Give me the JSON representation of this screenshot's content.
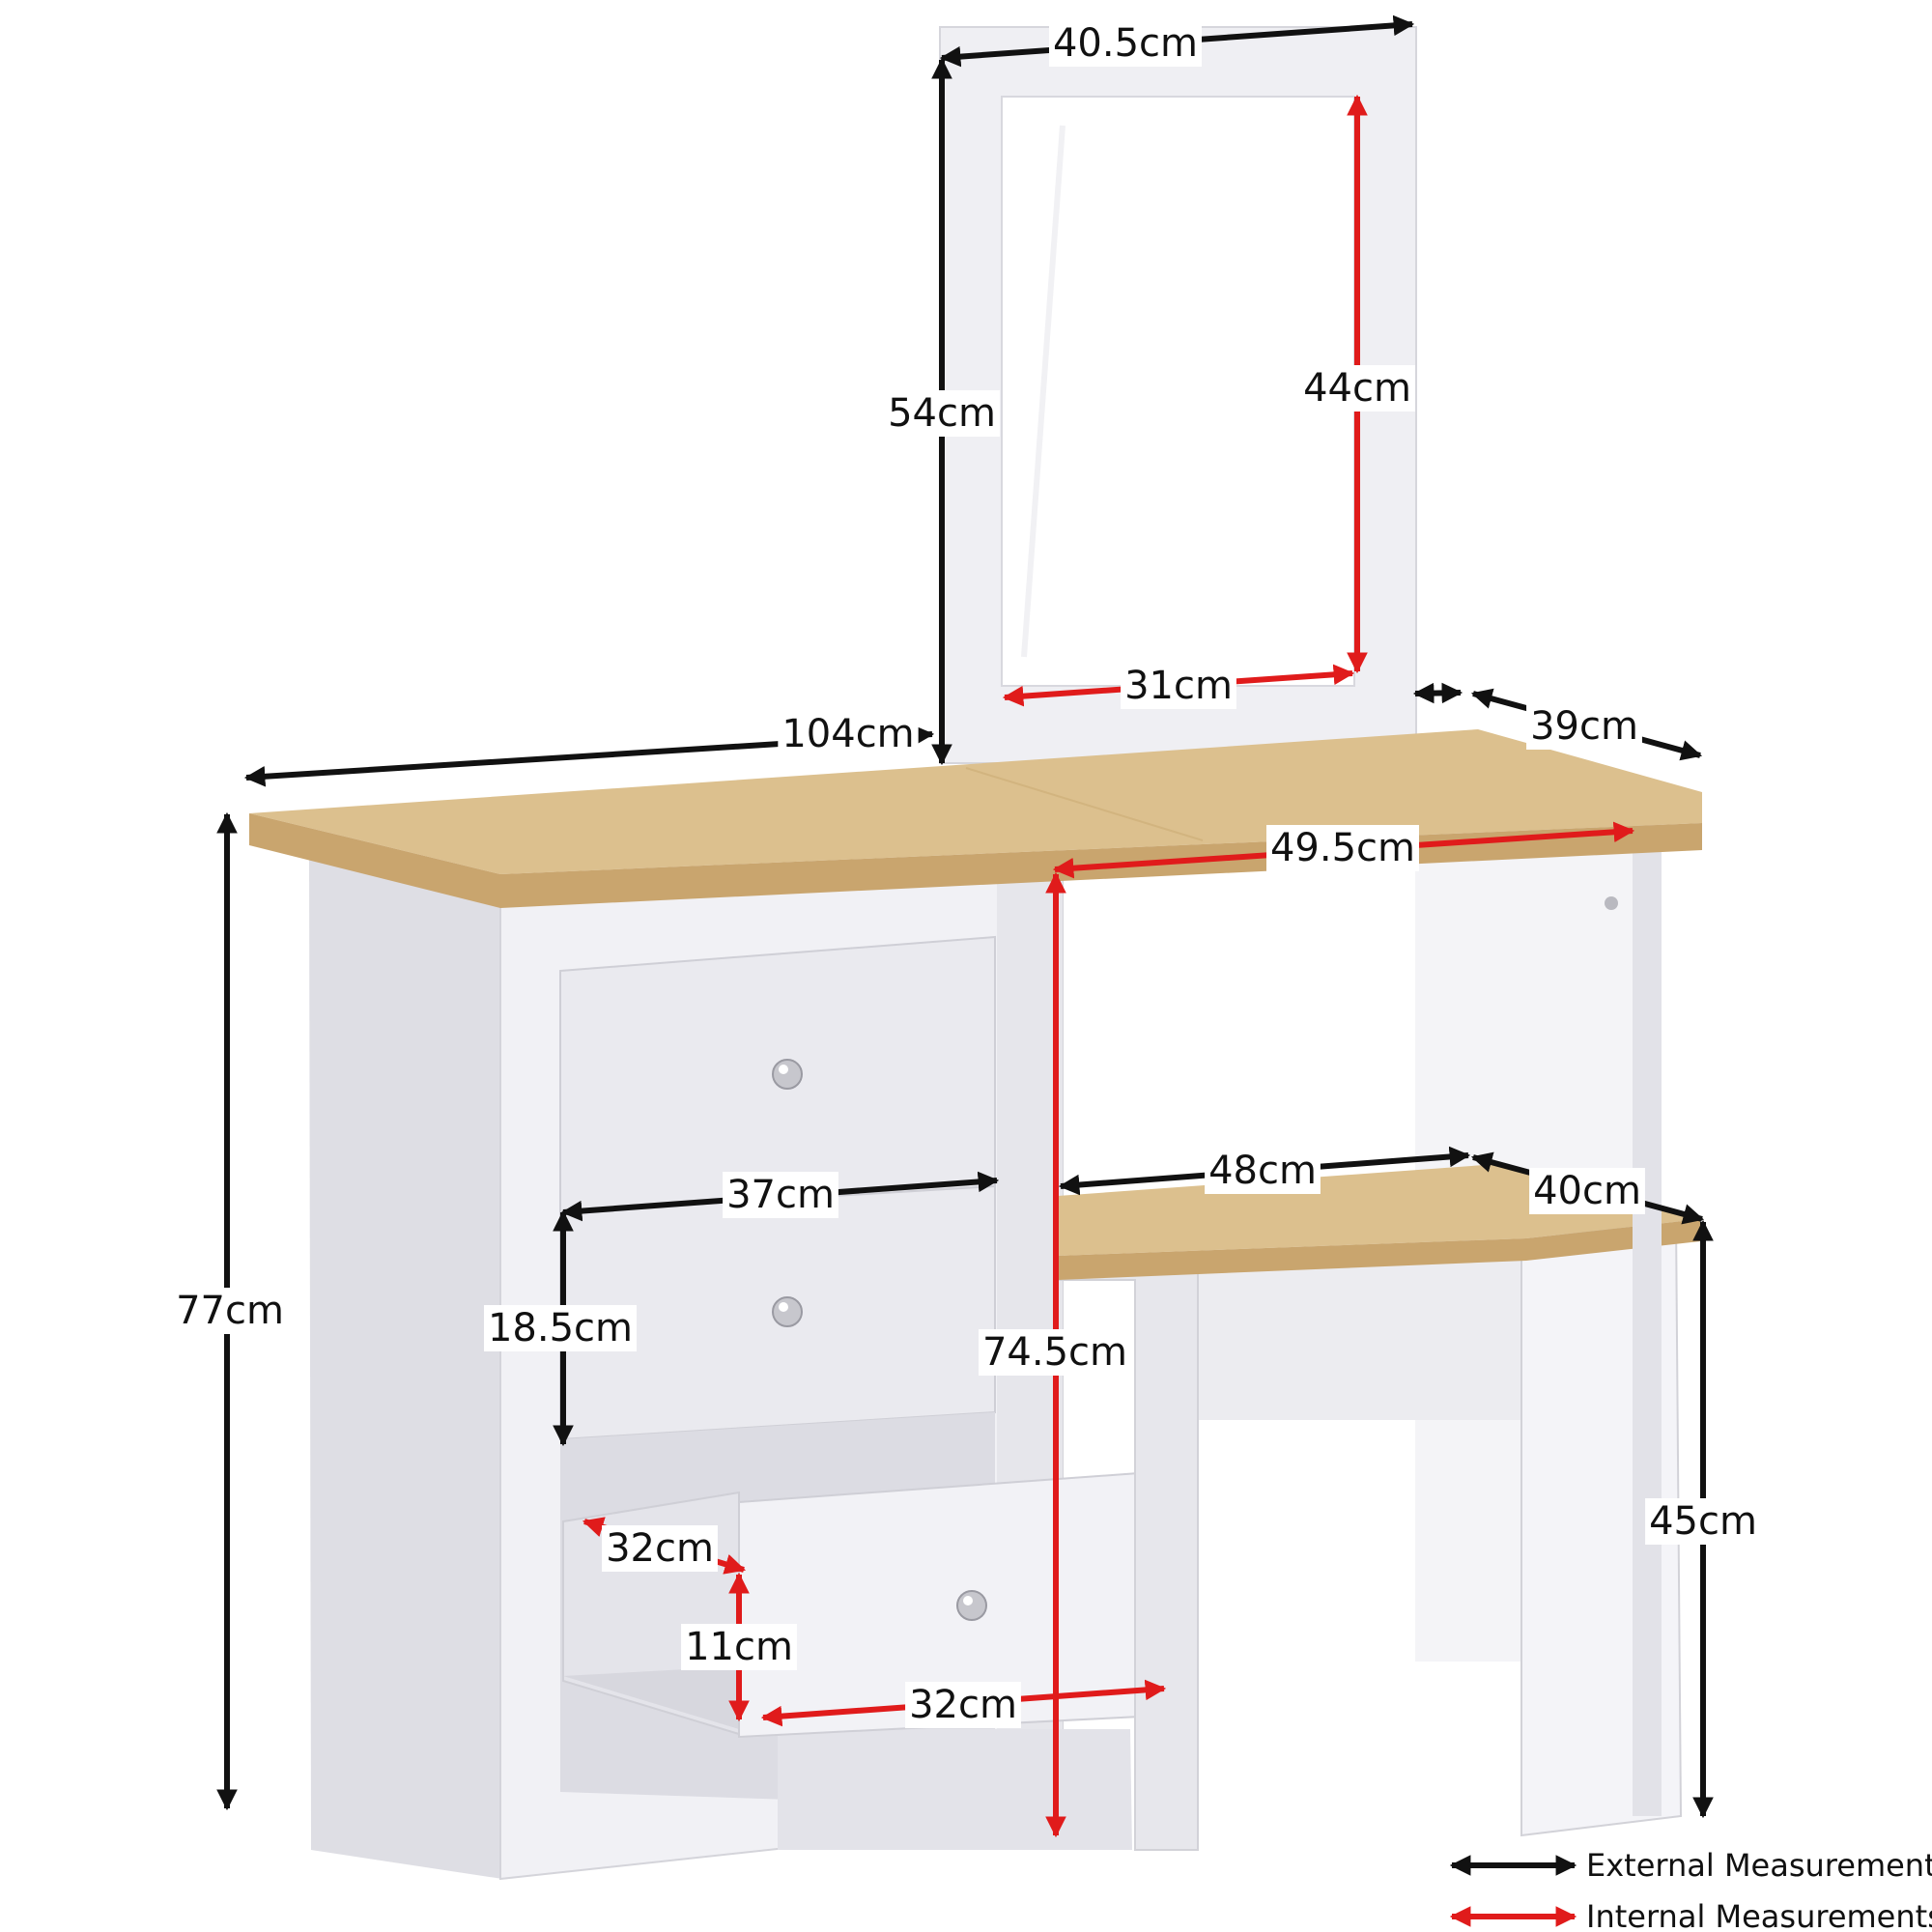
{
  "colors": {
    "external": "#111111",
    "internal": "#e01b1b",
    "wood_top": "#dcc08e",
    "wood_front": "#c9a56e",
    "white_panel": "#eeeef2",
    "white_shade": "#dcdce2",
    "white_light": "#f6f6f9"
  },
  "measurements": [
    {
      "id": "mirror-width",
      "kind": "external",
      "label": "40.5cm"
    },
    {
      "id": "mirror-height",
      "kind": "external",
      "label": "54cm"
    },
    {
      "id": "mirror-inner-height",
      "kind": "internal",
      "label": "44cm"
    },
    {
      "id": "mirror-inner-width",
      "kind": "internal",
      "label": "31cm"
    },
    {
      "id": "desk-width",
      "kind": "external",
      "label": "104cm"
    },
    {
      "id": "desk-depth",
      "kind": "external",
      "label": "39cm"
    },
    {
      "id": "knee-width",
      "kind": "internal",
      "label": "49.5cm"
    },
    {
      "id": "desk-height",
      "kind": "external",
      "label": "77cm"
    },
    {
      "id": "drawer-width",
      "kind": "external",
      "label": "37cm"
    },
    {
      "id": "drawer-height",
      "kind": "external",
      "label": "18.5cm"
    },
    {
      "id": "knee-height",
      "kind": "internal",
      "label": "74.5cm"
    },
    {
      "id": "stool-width",
      "kind": "external",
      "label": "48cm"
    },
    {
      "id": "stool-depth",
      "kind": "external",
      "label": "40cm"
    },
    {
      "id": "stool-height",
      "kind": "external",
      "label": "45cm"
    },
    {
      "id": "drawer-inner-depth",
      "kind": "internal",
      "label": "32cm"
    },
    {
      "id": "drawer-inner-height",
      "kind": "internal",
      "label": "11cm"
    },
    {
      "id": "drawer-inner-width",
      "kind": "internal",
      "label": "32cm"
    }
  ],
  "legend": {
    "external": "External Measurements",
    "internal": "Internal Measurements"
  }
}
